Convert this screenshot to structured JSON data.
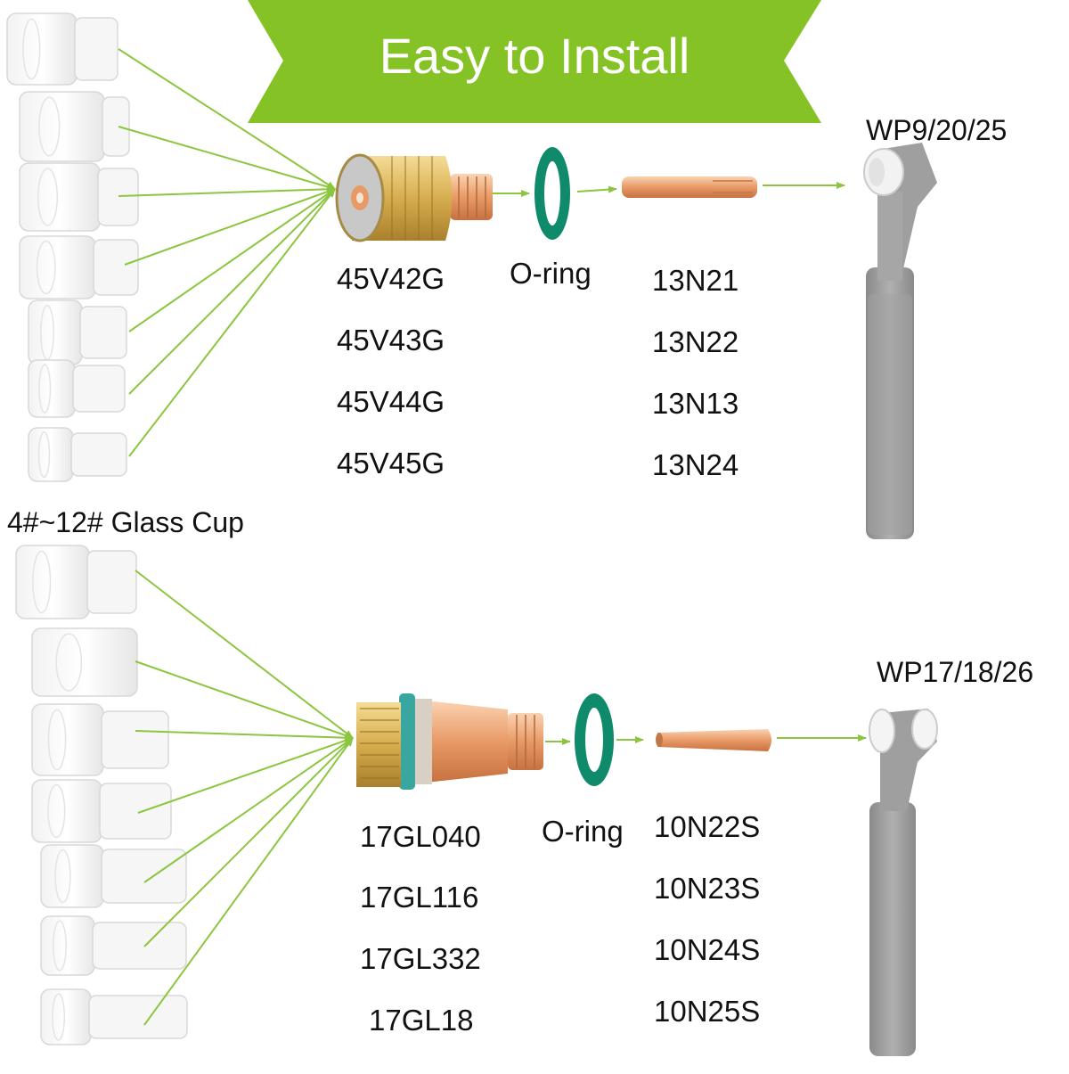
{
  "banner": {
    "title": "Easy to Install",
    "color": "#84c225"
  },
  "arrow_color": "#8cc63f",
  "glass_cup_label": "4#~12# Glass Cup",
  "top_kit": {
    "torch_label": "WP9/20/25",
    "gas_lens_codes": [
      "45V42G",
      "45V43G",
      "45V44G",
      "45V45G"
    ],
    "oring_label": "O-ring",
    "collet_codes": [
      "13N21",
      "13N22",
      "13N13",
      "13N24"
    ]
  },
  "bottom_kit": {
    "torch_label": "WP17/18/26",
    "gas_lens_codes": [
      "17GL040",
      "17GL116",
      "17GL332",
      "17GL18"
    ],
    "oring_label": "O-ring",
    "collet_codes": [
      "10N22S",
      "10N23S",
      "10N24S",
      "10N25S"
    ]
  },
  "colors": {
    "brass": "#d9b45a",
    "copper": "#e8a070",
    "oring": "#0f8a6a",
    "torch": "#9a9a9a"
  }
}
